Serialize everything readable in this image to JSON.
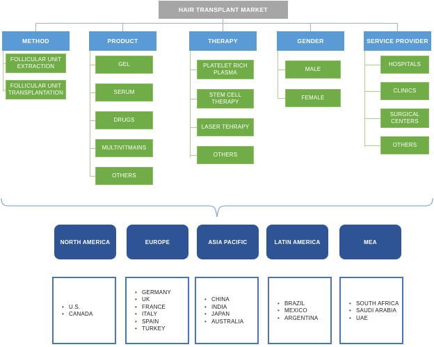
{
  "diagram": {
    "title": "HAIR TRANSPLANT MARKET"
  },
  "segments": [
    {
      "label": "METHOD",
      "children": [
        "FOLLICULAR UNIT EXTRACTION",
        "FOLLICULAR UNIT TRANSPLANTATION"
      ]
    },
    {
      "label": "PRODUCT",
      "children": [
        "GEL",
        "SERUM",
        "DRUGS",
        "MULTIVITMAINS",
        "OTHERS"
      ]
    },
    {
      "label": "THERAPY",
      "children": [
        "PLATELET RICH PLASMA",
        "STEM CELL THERAPY",
        "LASER TEHRAPY",
        "OTHERS"
      ]
    },
    {
      "label": "GENDER",
      "children": [
        "MALE",
        "FEMALE"
      ]
    },
    {
      "label": "SERVICE PROVIDER",
      "children": [
        "HOSPITALS",
        "CLINICS",
        "SURGICAL CENTERS",
        "OTHERS"
      ]
    }
  ],
  "regions": [
    {
      "label": "NORTH AMERICA",
      "countries": [
        "U.S.",
        "CANADA"
      ]
    },
    {
      "label": "EUROPE",
      "countries": [
        "GERMANY",
        "UK",
        "FRANCE",
        "ITALY",
        "SPAIN",
        "TURKEY"
      ]
    },
    {
      "label": "ASIA PACIFIC",
      "countries": [
        "CHINA",
        "INDIA",
        "JAPAN",
        "AUSTRALIA"
      ]
    },
    {
      "label": "LATIN AMERICA",
      "countries": [
        "BRAZIL",
        "MEXICO",
        "ARGENTINA"
      ]
    },
    {
      "label": "MEA",
      "countries": [
        "SOUTH AFRICA",
        "SAUDI ARABIA",
        "UAE"
      ]
    }
  ],
  "colors": {
    "title_box_gray": "#A6A6A6",
    "segment_header_blue": "#5B9BD5",
    "segment_item_green": "#70AD47",
    "region_box_navy": "#2F5496",
    "country_box_border_blue": "#4472C4",
    "connector_blue": "#9BB3D9",
    "connector_green": "#A9D18E"
  }
}
